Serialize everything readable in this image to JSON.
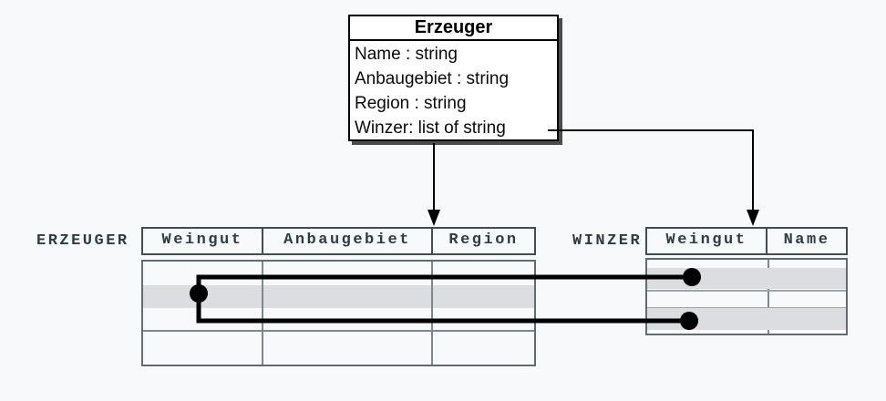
{
  "colors": {
    "background": "#f8f9fa",
    "shade": "#dcdde1",
    "text_dark": "#2b3d45",
    "header_border": "#3e4e54",
    "body_border": "#5d6d73",
    "grid": "#7b898e",
    "grid_faint": "#9aa6aa",
    "black": "#000000",
    "shadow": "#4c4c4c"
  },
  "class_box": {
    "title": "Erzeuger",
    "attributes": [
      "Name : string",
      "Anbaugebiet : string",
      "Region : string",
      "Winzer: list of string"
    ]
  },
  "tables": {
    "erzeuger": {
      "label": "ERZEUGER",
      "columns": [
        "Weingut",
        "Anbaugebiet",
        "Region"
      ]
    },
    "winzer": {
      "label": "WINZER",
      "columns": [
        "Weingut",
        "Name"
      ]
    }
  }
}
